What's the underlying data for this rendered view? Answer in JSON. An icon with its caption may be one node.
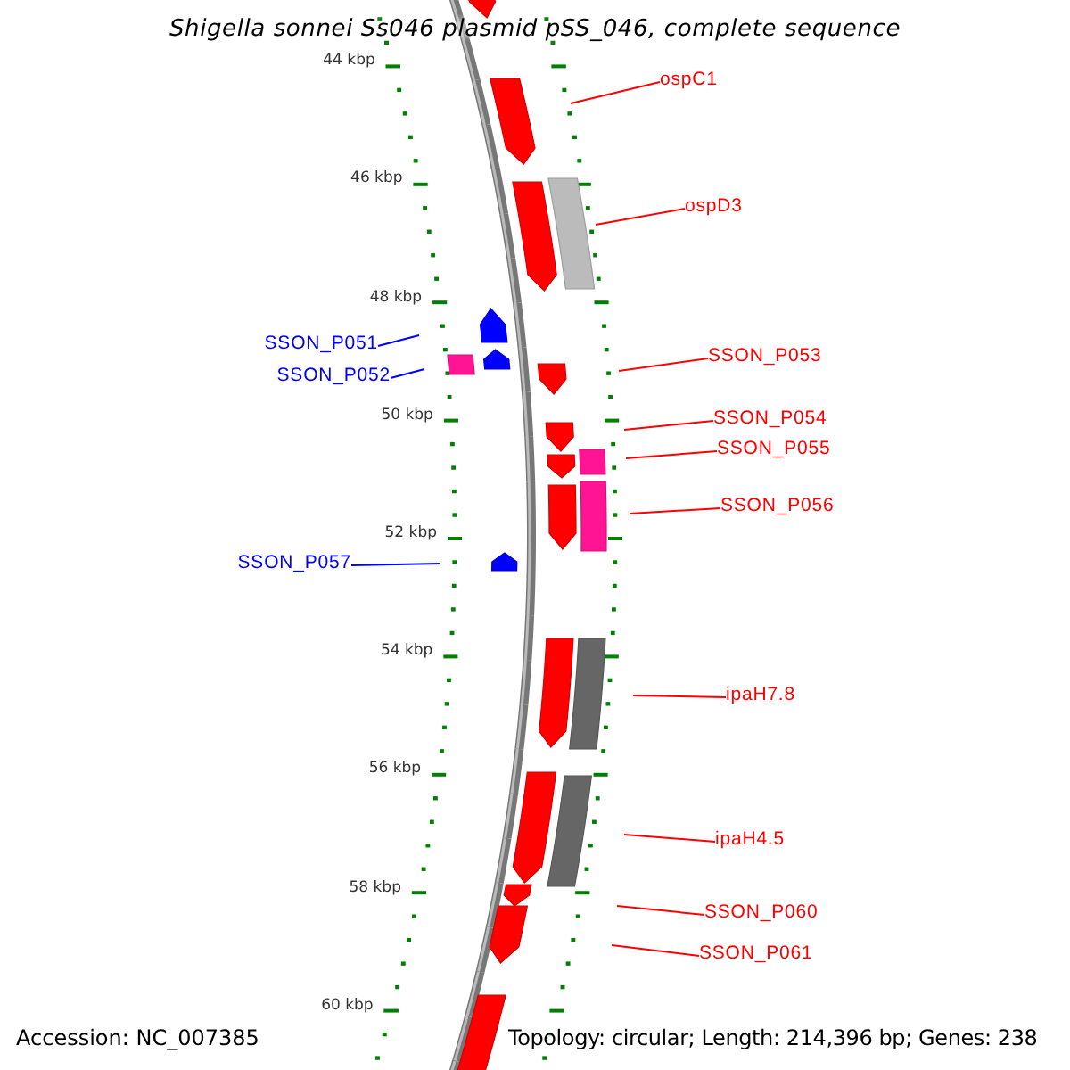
{
  "diagram": {
    "title": "Shigella sonnei Ss046 plasmid pSS_046, complete sequence",
    "nodes": [
      {
        "text": [
          "ospC1"
        ]
      },
      {
        "text": [
          "ospD3"
        ]
      },
      {
        "text": [
          "SSON_P051"
        ]
      },
      {
        "text": [
          "SSON_P053"
        ]
      },
      {
        "text": [
          "SSON_P052"
        ]
      },
      {
        "text": [
          "SSON_P054"
        ]
      },
      {
        "text": [
          "SSON_P055"
        ]
      },
      {
        "text": [
          "SSON_P056"
        ]
      },
      {
        "text": [
          "SSON_P057"
        ]
      },
      {
        "text": [
          "ipaH7.8"
        ]
      },
      {
        "text": [
          "ipaH4.5"
        ]
      },
      {
        "text": [
          "SSON_P060"
        ]
      },
      {
        "text": [
          "SSON_P061"
        ]
      }
    ],
    "edges": [
      {
        "from": 0,
        "to": null,
        "arrow": "none"
      },
      {
        "from": 1,
        "to": null,
        "arrow": "none"
      },
      {
        "from": 2,
        "to": null,
        "arrow": "none",
        "color": "#0000ff"
      },
      {
        "from": 3,
        "to": null,
        "arrow": "none"
      },
      {
        "from": 4,
        "to": null,
        "arrow": "none",
        "color": "#0000ff"
      },
      {
        "from": 5,
        "to": null,
        "arrow": "none"
      },
      {
        "from": 6,
        "to": null,
        "arrow": "none"
      },
      {
        "from": 7,
        "to": null,
        "arrow": "none"
      },
      {
        "from": 8,
        "to": null,
        "arrow": "none",
        "color": "#0000ff"
      },
      {
        "from": 9,
        "to": null,
        "arrow": "none"
      },
      {
        "from": 10,
        "to": null,
        "arrow": "none"
      },
      {
        "from": 11,
        "to": null,
        "arrow": "none"
      },
      {
        "from": 12,
        "to": null,
        "arrow": "none"
      }
    ],
    "labels": [
      "44 kbp",
      "46 kbp",
      "48 kbp",
      "50 kbp",
      "52 kbp",
      "54 kbp",
      "56 kbp",
      "58 kbp",
      "60 kbp",
      "Accession: NC_007385",
      "Topology: circular; Length: 214,396 bp; Genes: 238"
    ]
  }
}
